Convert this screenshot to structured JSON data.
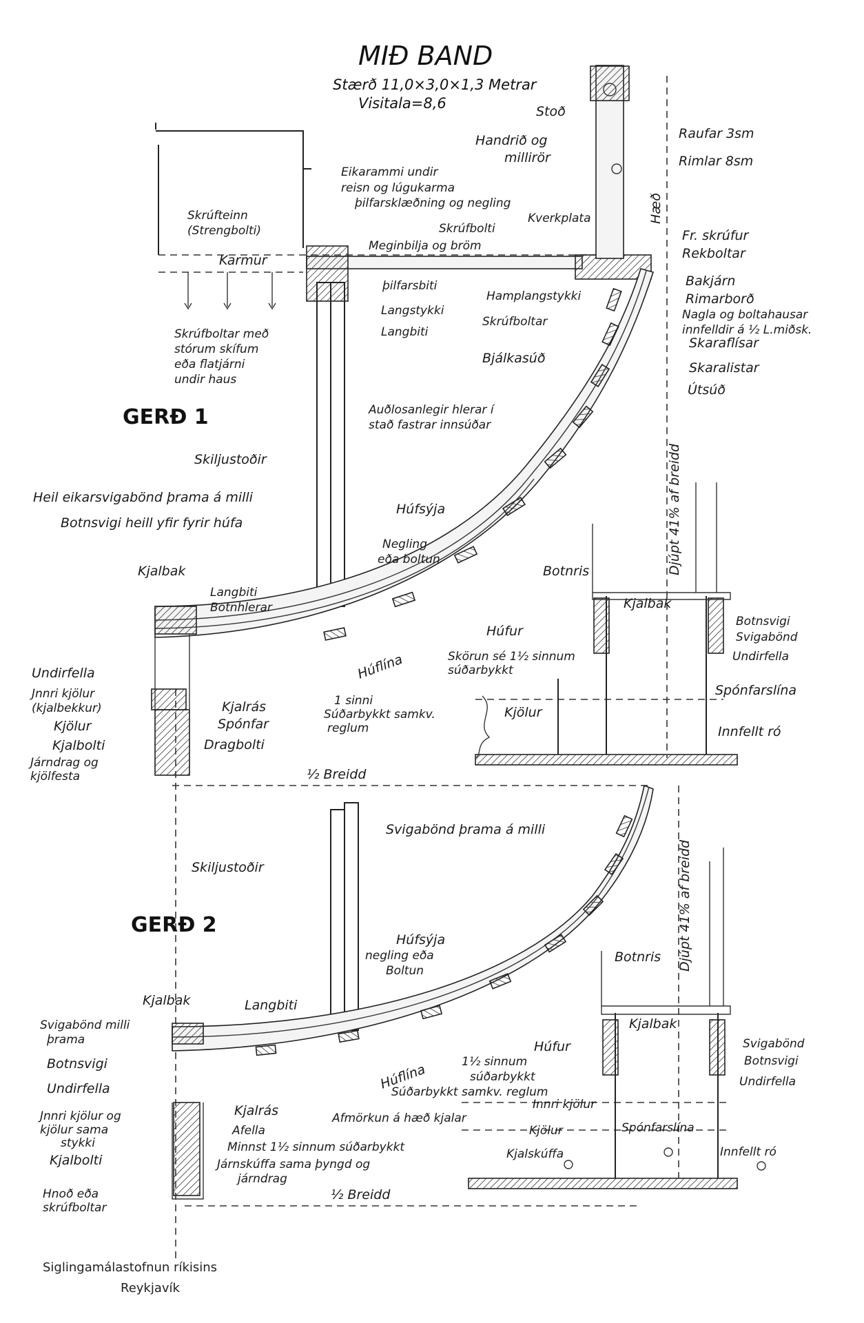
{
  "title": "MIÐ BAND",
  "subtitle_size": "Stærð 11,0×3,0×1,3 Metrar",
  "subtitle_index": "Visitala=8,6",
  "footer": {
    "line1": "Siglingamálastofnun ríkisins",
    "line2": "Reykjavík"
  },
  "gerd1": {
    "heading": "GERÐ 1",
    "labels": {
      "stod": "Stoð",
      "handrid": "Handrið og",
      "millirör": "millirör",
      "raufar": "Raufar 3sm",
      "rimlar": "Rimlar 8sm",
      "haed": "Hæð",
      "eikarammi1": "Eikarammi undir",
      "eikarammi2": "reisn og lúgukarma",
      "eikarammi3": "þilfarsklæðning og negling",
      "skrufteinn1": "Skrúfteinn",
      "skrufteinn2": "(Strengbolti)",
      "skrufbolti": "Skrúfbolti",
      "kverkplata": "Kverkplata",
      "fr_skrufur": "Fr. skrúfur",
      "rekboltar": "Rekboltar",
      "karmur": "Karmur",
      "meginbilja": "Meginbilja og bröm",
      "bilfarsbiti": "þilfarsbiti",
      "hamplangstykki": "Hamplangstykki",
      "bakjarn": "Bakjárn",
      "rimarbord": "Rimarborð",
      "nagla1": "Nagla og boltahausar",
      "nagla2": "innfelldir á ½ L.miðsk.",
      "langstykki": "Langstykki",
      "langbiti": "Langbiti",
      "skrufboltar": "Skrúfboltar",
      "skaraflisar": "Skaraflísar",
      "skrufboltar_med1": "Skrúfboltar með",
      "skrufboltar_med2": "stórum skífum",
      "skrufboltar_med3": "eða flatjárni",
      "skrufboltar_med4": "undir haus",
      "bjalkasud": "Bjálkasúð",
      "skaralistar": "Skaralistar",
      "utsud": "Útsúð",
      "audlosanlegir1": "Auðlosanlegir hlerar í",
      "audlosanlegir2": "stað fastrar innsúðar",
      "skiljustodir": "Skiljustoðir",
      "heil_eikar": "Heil eikarsvigabönd þrama á milli",
      "botnsvigi_heil": "Botnsvigi heill yfir fyrir húfa",
      "hufsyja": "Húfsýja",
      "negling1": "Negling",
      "negling2": "eða boltun",
      "djupt": "Djúpt 41% af breidd",
      "kjalbak_left": "Kjalbak",
      "langbiti2": "Langbiti",
      "botnhlerar": "Botnhlerar",
      "botnris": "Botnris",
      "kjalbak_right": "Kjalbak",
      "botnsvigi_r": "Botnsvigi",
      "svigabond_r": "Svigabönd",
      "undirfella_r": "Undirfella",
      "hufur": "Húfur",
      "skorun1": "Skörun sé 1½ sinnum",
      "skorun2": "súðarbykkt",
      "undirfella": "Undirfella",
      "huflina": "Húflína",
      "jnnri_kjolur1": "Jnnri kjölur",
      "jnnri_kjolur2": "(kjalbekkur)",
      "kjalras": "Kjalrás",
      "sinni1": "1 sinni",
      "sinni2": "Súðarbykkt samkv.",
      "sinni3": "reglum",
      "sponfarslina": "Spónfarslína",
      "kjolur": "Kjölur",
      "sponfar": "Spónfar",
      "kjolur_r": "Kjölur",
      "kjalbolti": "Kjalbolti",
      "dragbolti": "Dragbolti",
      "innfellt_ro": "Innfellt ró",
      "jarndrag1": "Járndrag og",
      "jarndrag2": "kjölfesta",
      "half_breidd": "½ Breidd"
    }
  },
  "gerd2": {
    "heading": "GERÐ 2",
    "labels": {
      "svigabond_prama": "Svigabönd þrama á milli",
      "skiljustodir": "Skiljustoðir",
      "djupt": "Djúpt 41% af breidd",
      "hufsyja1": "Húfsýja",
      "hufsyja2": "negling eða",
      "hufsyja3": "Boltun",
      "botnris": "Botnris",
      "kjalbak_left": "Kjalbak",
      "langbiti": "Langbiti",
      "kjalbak_right": "Kjalbak",
      "svigabond_milli1": "Svigabönd milli",
      "svigabond_milli2": "þrama",
      "hufur": "Húfur",
      "svigabond_r": "Svigabönd",
      "botnsvigi": "Botnsvigi",
      "sinnum1": "1½ sinnum",
      "sinnum2": "súðarbykkt",
      "botnsvigi_r": "Botnsvigi",
      "undirfella": "Undirfella",
      "huflina": "Húflína",
      "sudarbykkt": "Súðarbykkt samkv. reglum",
      "undirfella_r": "Undirfella",
      "jnnri1": "Jnnri kjölur og",
      "jnnri2": "kjölur sama",
      "jnnri3": "stykki",
      "kjalras": "Kjalrás",
      "afmorkun": "Afmörkun á hæð kjalar",
      "innri_kjolur_r": "Innri kjölur",
      "afella": "Afella",
      "kjolur_r": "Kjölur",
      "minnst": "Minnst 1½ sinnum súðarbykkt",
      "sponfarslina": "Spónfarslína",
      "kjalbolti": "Kjalbolti",
      "jarnskuffa1": "Járnskúffa sama þyngd og",
      "jarnskuffa2": "járndrag",
      "kjalskuffa": "Kjalskúffa",
      "innfellt_ro": "Innfellt ró",
      "hnod1": "Hnoð eða",
      "hnod2": "skrúfboltar",
      "half_breidd": "½ Breidd"
    }
  }
}
